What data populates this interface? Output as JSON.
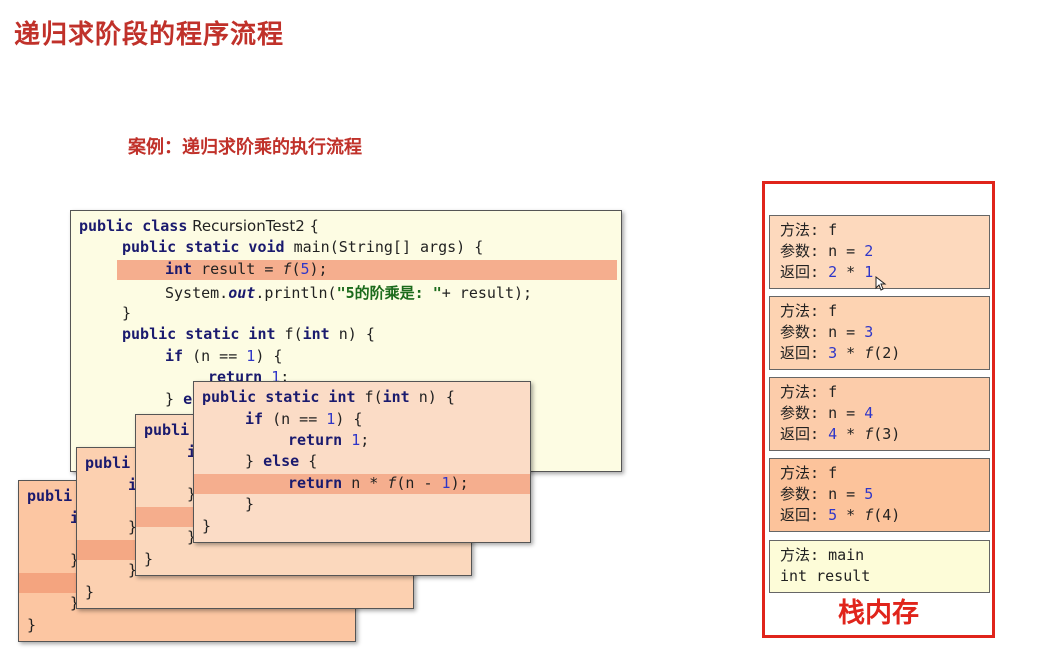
{
  "title": "递归求阶段的程序流程",
  "subtitle": "案例：递归求阶乘的执行流程",
  "main_code": {
    "l1_kw": "public class",
    "l1_rest": " RecursionTest2 {",
    "l2_kw": "public static void",
    "l2_rest": " main(String[] args) {",
    "l3_kw": "int",
    "l3_a": " result = ",
    "l3_f": "f",
    "l3_b": "(",
    "l3_n": "5",
    "l3_c": ");",
    "l4_a": "System.",
    "l4_out": "out",
    "l4_b": ".println(",
    "l4_str": "\"5的阶乘是: \"",
    "l4_c": "+ result);",
    "l5": "}",
    "l6_kw": "public static int",
    "l6_a": " f(",
    "l6_kw2": "int",
    "l6_b": " n) {",
    "l7_kw": "if",
    "l7_a": " (n == ",
    "l7_n": "1",
    "l7_b": ") {",
    "l8_kw": "return",
    "l8_n": " 1",
    "l8_c": ";",
    "l9_a": "} ",
    "l9_kw": "e"
  },
  "frame_code": {
    "l1_kw": "public static int",
    "l1_a": " f(",
    "l1_kw2": "int",
    "l1_b": " n) {",
    "l2_kw": "if",
    "l2_a": " (n == ",
    "l2_n": "1",
    "l2_b": ") {",
    "l3_kw": "return",
    "l3_n": " 1",
    "l3_c": ";",
    "l4_a": "} ",
    "l4_kw": "else",
    "l4_b": " {",
    "l5_kw": "return",
    "l5_a": " n * ",
    "l5_f": "f",
    "l5_b": "(n - ",
    "l5_n": "1",
    "l5_c": ");",
    "l6": "}",
    "l7": "}"
  },
  "behind_code": {
    "b2_l1": "publi",
    "b2_l2": "i",
    "b3_l1": "publi",
    "b3_l2": "i",
    "b4_l1": "publi",
    "b4_l2": "i",
    "close": "}"
  },
  "stack": {
    "frames": [
      {
        "method_label": "方法: ",
        "method": "f",
        "param_label": "参数: ",
        "param": "n = ",
        "param_val": "2",
        "ret_label": "返回: ",
        "ret_a": "2",
        "ret_b": " * ",
        "ret_f": "",
        "ret_c": "1",
        "color": "#fdd9bd"
      },
      {
        "method_label": "方法: ",
        "method": "f",
        "param_label": "参数: ",
        "param": "n = ",
        "param_val": "3",
        "ret_label": "返回: ",
        "ret_a": "3",
        "ret_b": " * ",
        "ret_f": "f",
        "ret_c": "(2)",
        "color": "#fdd3b2"
      },
      {
        "method_label": "方法: ",
        "method": "f",
        "param_label": "参数: ",
        "param": "n = ",
        "param_val": "4",
        "ret_label": "返回: ",
        "ret_a": "4",
        "ret_b": " * ",
        "ret_f": "f",
        "ret_c": "(3)",
        "color": "#fcccaa"
      },
      {
        "method_label": "方法: ",
        "method": "f",
        "param_label": "参数: ",
        "param": "n = ",
        "param_val": "5",
        "ret_label": "返回: ",
        "ret_a": "5",
        "ret_b": " * ",
        "ret_f": "f",
        "ret_c": "(4)",
        "color": "#fcc39b"
      }
    ],
    "main_frame": {
      "method_label": "方法: ",
      "method": "main",
      "var": "int result",
      "color": "#fdfcd8"
    },
    "label": "栈内存"
  }
}
